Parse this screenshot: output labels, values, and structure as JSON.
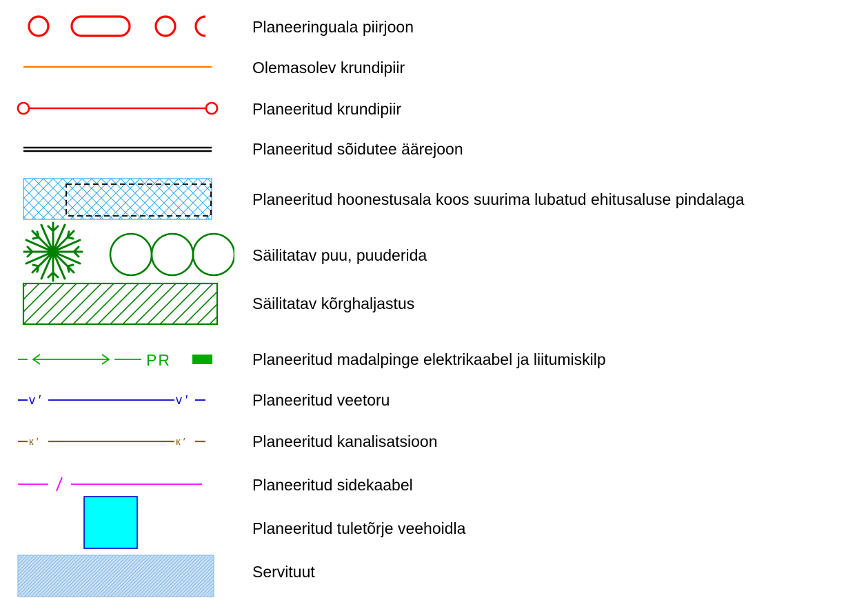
{
  "legend": {
    "items": [
      {
        "id": "planeeringuala",
        "label": "Planeeringuala piirjoon",
        "color": "#ff0000",
        "symbol": "circle-and-capsule-dashes"
      },
      {
        "id": "olemasolev-krundipiir",
        "label": "Olemasolev krundipiir",
        "color": "#ff7f00",
        "symbol": "solid-line"
      },
      {
        "id": "planeeritud-krundipiir",
        "label": "Planeeritud krundipiir",
        "color": "#ff0000",
        "symbol": "line-with-end-circles"
      },
      {
        "id": "soidutee-aarejoon",
        "label": "Planeeritud sõidutee äärejoon",
        "color": "#000000",
        "symbol": "double-line"
      },
      {
        "id": "hoonestusala",
        "label": "Planeeritud hoonestusala koos suurima lubatud ehitusaluse pindalaga",
        "color": "#33aaee",
        "symbol": "crosshatch-rectangle-with-dashed-inner"
      },
      {
        "id": "puu",
        "label": "Säilitatav puu, puuderida",
        "color": "#008000",
        "symbol": "tree-and-circles"
      },
      {
        "id": "korghaljastus",
        "label": "Säilitatav kõrghaljastus",
        "color": "#008000",
        "symbol": "diagonal-hatch-rectangle"
      },
      {
        "id": "elektrikaabel",
        "label": "Planeeritud madalpinge elektrikaabel ja liitumiskilp",
        "color": "#00aa00",
        "symbol": "arrow-line",
        "tag": "PR"
      },
      {
        "id": "veetoru",
        "label": "Planeeritud veetoru",
        "color": "#0000cc",
        "symbol": "line-with-text",
        "tag": "v'"
      },
      {
        "id": "kanalisatsioon",
        "label": "Planeeritud kanalisatsioon",
        "color": "#7f5f00",
        "symbol": "line-with-text",
        "tag": "к'"
      },
      {
        "id": "sidekaabel",
        "label": "Planeeritud sidekaabel",
        "color": "#ff00ff",
        "symbol": "line-with-slash",
        "tag": "/"
      },
      {
        "id": "tuletorje",
        "label": "Planeeritud tuletõrje veehoidla",
        "color": "#00ffff",
        "border_color": "#0000cc",
        "symbol": "filled-square"
      },
      {
        "id": "servituut",
        "label": "Servituut",
        "color": "#9ac4ec",
        "symbol": "fine-hatch-rectangle"
      }
    ]
  }
}
